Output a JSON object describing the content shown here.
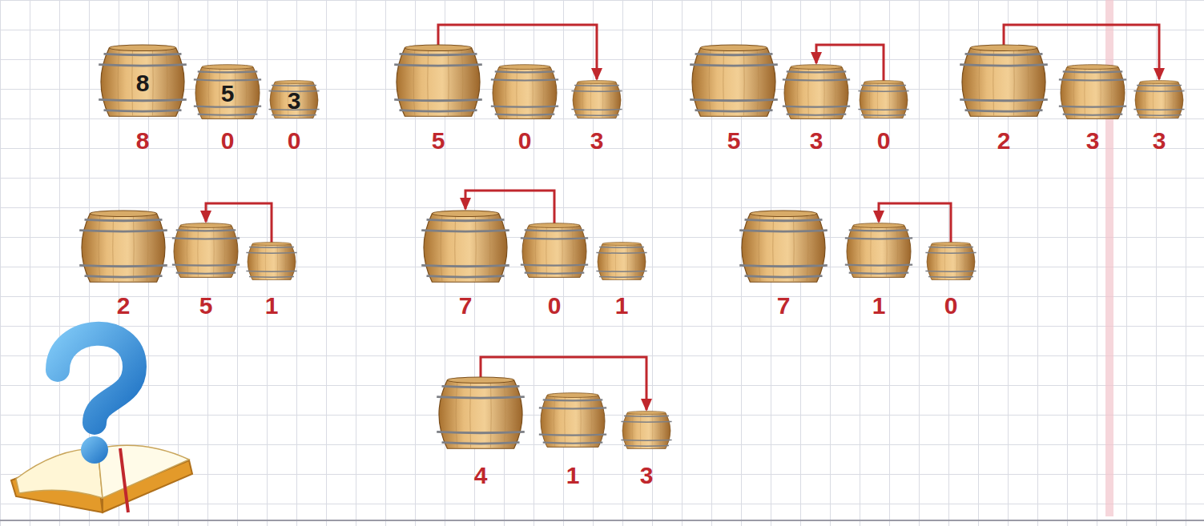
{
  "diagram": {
    "nodes": [
      {
        "text": [
          "8",
          "8"
        ]
      },
      {
        "text": [
          "5",
          "0"
        ]
      },
      {
        "text": [
          "3",
          "0"
        ]
      },
      {
        "text": [
          "5"
        ]
      },
      {
        "text": [
          "0"
        ]
      },
      {
        "text": [
          "3"
        ]
      },
      {
        "text": [
          "5"
        ]
      },
      {
        "text": [
          "3"
        ]
      },
      {
        "text": [
          "0"
        ]
      },
      {
        "text": [
          "2"
        ]
      },
      {
        "text": [
          "3"
        ]
      },
      {
        "text": [
          "3"
        ]
      },
      {
        "text": [
          "2"
        ]
      },
      {
        "text": [
          "5"
        ]
      },
      {
        "text": [
          "1"
        ]
      },
      {
        "text": [
          "7"
        ]
      },
      {
        "text": [
          "0"
        ]
      },
      {
        "text": [
          "1"
        ]
      },
      {
        "text": [
          "7"
        ]
      },
      {
        "text": [
          "1"
        ]
      },
      {
        "text": [
          "0"
        ]
      },
      {
        "text": [
          "4"
        ]
      },
      {
        "text": [
          "1"
        ]
      },
      {
        "text": [
          "3"
        ]
      }
    ],
    "edges": [
      {
        "from": 3,
        "to": 5,
        "arrow": "to"
      },
      {
        "from": 8,
        "to": 7,
        "arrow": "to"
      },
      {
        "from": 9,
        "to": 11,
        "arrow": "to"
      },
      {
        "from": 14,
        "to": 13,
        "arrow": "to"
      },
      {
        "from": 16,
        "to": 15,
        "arrow": "to"
      },
      {
        "from": 20,
        "to": 19,
        "arrow": "to"
      },
      {
        "from": 21,
        "to": 23,
        "arrow": "to"
      }
    ]
  }
}
